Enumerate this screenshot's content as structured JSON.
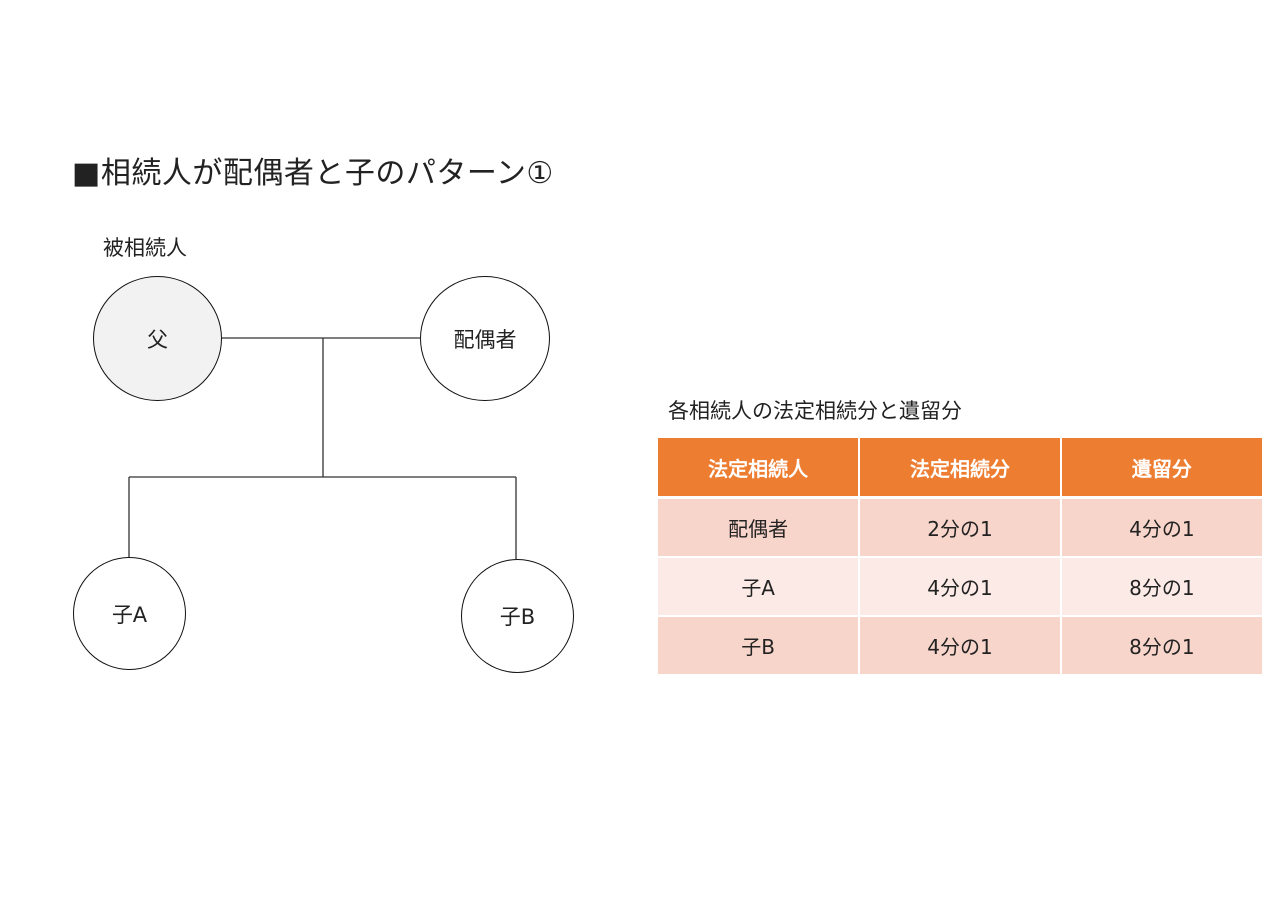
{
  "title": "■相続人が配偶者と子のパターン①",
  "family_tree": {
    "decedent_label": "被相続人",
    "nodes": {
      "father": "父",
      "spouse": "配偶者",
      "child_a": "子A",
      "child_b": "子B"
    }
  },
  "table": {
    "caption": "各相続人の法定相続分と遺留分",
    "headers": [
      "法定相続人",
      "法定相続分",
      "遺留分"
    ],
    "rows": [
      [
        "配偶者",
        "2分の1",
        "4分の1"
      ],
      [
        "子A",
        "4分の1",
        "8分の1"
      ],
      [
        "子B",
        "4分の1",
        "8分の1"
      ]
    ],
    "colors": {
      "header": "#ed7d31",
      "row_dark": "#f8d5ca",
      "row_light": "#fbeae5"
    }
  }
}
